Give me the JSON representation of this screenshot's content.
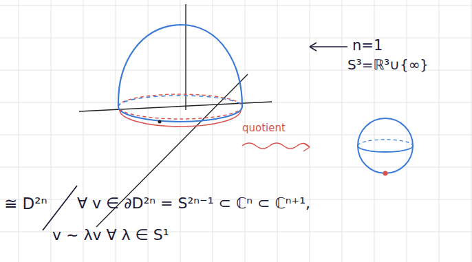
{
  "diagram": {
    "labels": [
      "n=1",
      "S³=ℝ³∪{∞}",
      "quotient",
      "≅ D²ⁿ",
      "∀ v ∈ ∂D²ⁿ = S²ⁿ⁻¹ ⊂ ℂⁿ ⊂ ℂⁿ⁺¹,",
      "v ~ λv  ∀ λ ∈ S¹"
    ]
  }
}
